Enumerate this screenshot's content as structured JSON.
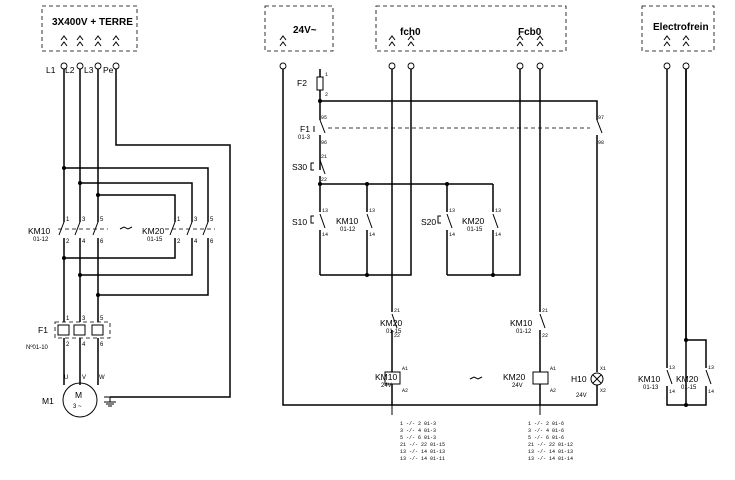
{
  "power": {
    "supply_label": "3X400V + TERRE",
    "phases": [
      "L1",
      "L2",
      "L3",
      "Pe"
    ],
    "km10": {
      "name": "KM10",
      "ref": "01-12"
    },
    "km20": {
      "name": "KM20",
      "ref": "01-15"
    },
    "contact_numbers_top": [
      "1",
      "3",
      "5"
    ],
    "contact_numbers_bottom": [
      "2",
      "4",
      "6"
    ],
    "relay": {
      "name": "F1",
      "ref": "Nº01-10",
      "top": [
        "1",
        "3",
        "5"
      ],
      "bottom": [
        "2",
        "4",
        "6"
      ]
    },
    "motor": {
      "name": "M1",
      "symbol": "M",
      "phase": "3 ~",
      "terminals": [
        "U",
        "V",
        "W"
      ]
    }
  },
  "control": {
    "supply_label": "24V~",
    "f2": "F2",
    "f2_pins": [
      "1",
      "2"
    ],
    "f1": {
      "name": "F1",
      "ref": "01-3",
      "pins": [
        "95",
        "96"
      ],
      "aux_pins": [
        "97",
        "98"
      ]
    },
    "s30": {
      "name": "S30",
      "pins": [
        "21",
        "22"
      ]
    },
    "s10": {
      "name": "S10",
      "pins": [
        "13",
        "14"
      ]
    },
    "km10_hold": {
      "name": "KM10",
      "ref": "01-12",
      "pins": [
        "13",
        "14"
      ]
    },
    "s20": {
      "name": "S20",
      "pins": [
        "13",
        "14"
      ]
    },
    "km20_hold": {
      "name": "KM20",
      "ref": "01-15",
      "pins": [
        "13",
        "14"
      ]
    },
    "km20_interlock": {
      "name": "KM20",
      "ref": "01-15",
      "pins": [
        "21",
        "22"
      ]
    },
    "km10_interlock": {
      "name": "KM10",
      "ref": "01-12",
      "pins": [
        "21",
        "22"
      ]
    },
    "km10_coil": {
      "name": "KM10",
      "volt": "24V",
      "pins": [
        "A1",
        "A2"
      ]
    },
    "km20_coil": {
      "name": "KM20",
      "volt": "24V",
      "pins": [
        "A1",
        "A2"
      ]
    },
    "h10": {
      "name": "H10",
      "volt": "24V",
      "pins": [
        "X1",
        "X2"
      ]
    },
    "fch0": "fch0",
    "fcb0": "Fcb0"
  },
  "brake": {
    "supply_label": "Electrofrein",
    "km10": {
      "name": "KM10",
      "ref": "01-13",
      "pins": [
        "13",
        "14"
      ]
    },
    "km20": {
      "name": "KM20",
      "ref": "01-15",
      "pins": [
        "13",
        "14"
      ]
    }
  },
  "xref_km10": [
    "1 -/- 2   01-3",
    "3 -/- 4   01-3",
    "5 -/- 6   01-3",
    "21 -/- 22  01-15",
    "13 -/- 14  01-13",
    "13 -/- 14  01-11"
  ],
  "xref_km20": [
    "1 -/- 2   01-6",
    "3 -/- 4   01-6",
    "5 -/- 6   01-6",
    "21 -/- 22  01-12",
    "13 -/- 14  01-13",
    "13 -/- 14  01-14"
  ]
}
